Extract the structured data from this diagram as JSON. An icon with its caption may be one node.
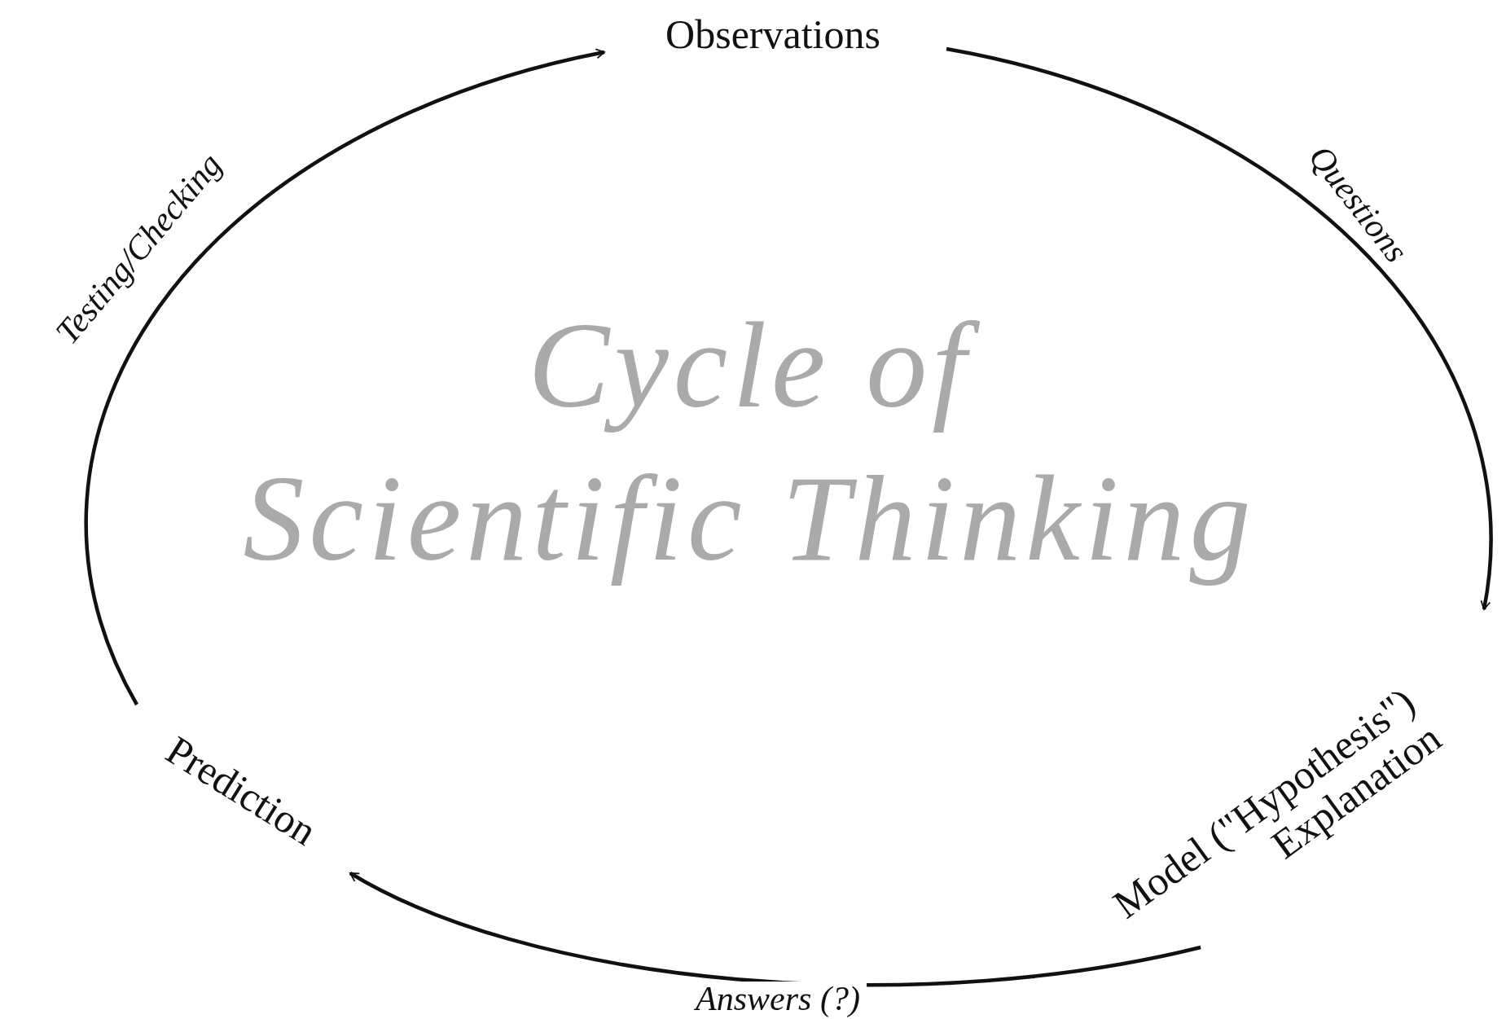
{
  "diagram": {
    "title": "Cycle of Scientific Thinking",
    "nodes": [
      {
        "text": [
          "Observations"
        ]
      },
      {
        "text": [
          "Model (\"Hypothesis\") Explanation"
        ]
      },
      {
        "text": [
          "Prediction"
        ]
      }
    ],
    "edges": [
      {
        "from": 0,
        "to": 1,
        "arrow": "to",
        "label": "Questions"
      },
      {
        "from": 1,
        "to": 2,
        "arrow": "to",
        "label": "Answers (?)"
      },
      {
        "from": 2,
        "to": 0,
        "arrow": "to",
        "label": "Testing/Checking"
      }
    ]
  }
}
